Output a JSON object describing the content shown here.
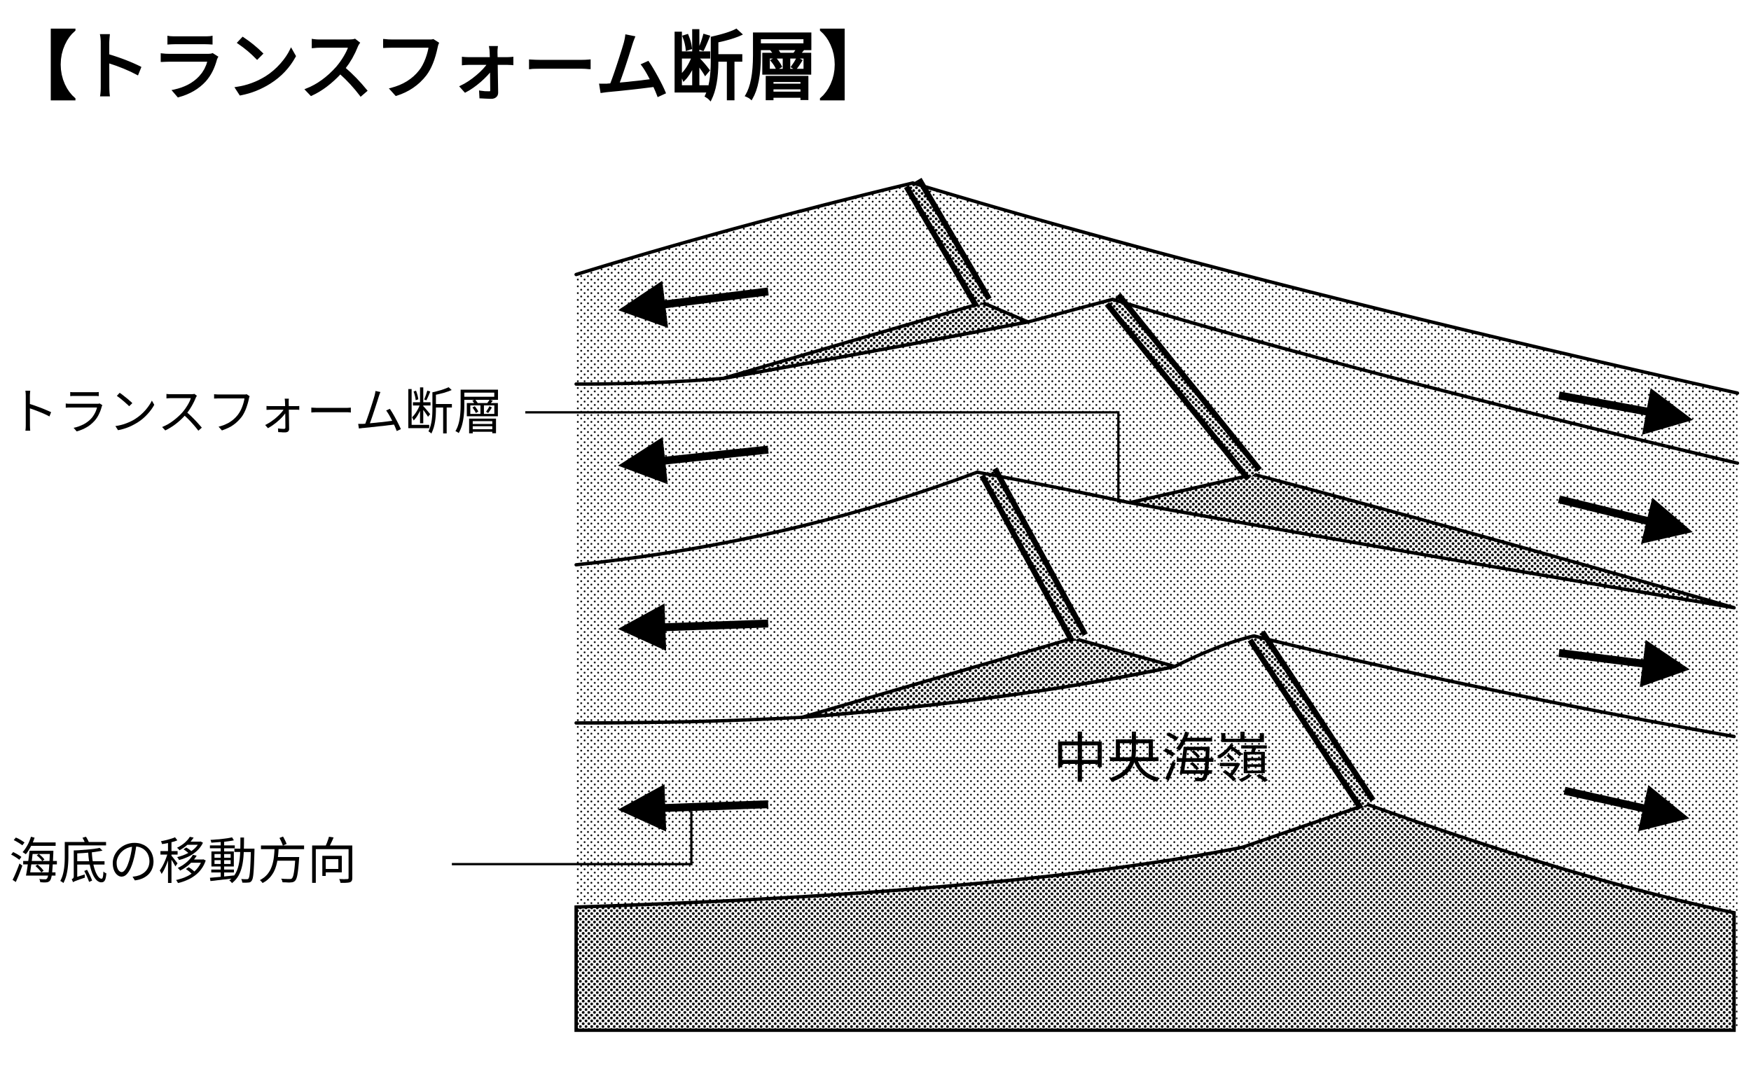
{
  "title": "【トランスフォーム断層】",
  "labels": {
    "transform_fault": "トランスフォーム断層",
    "seafloor_motion": "海底の移動方向",
    "mid_ocean_ridge": "中央海嶺"
  },
  "icons": {
    "left_arrows": [
      "arrow-left-icon",
      "arrow-left-icon",
      "arrow-left-icon",
      "arrow-left-icon"
    ],
    "right_arrows": [
      "arrow-right-icon",
      "arrow-right-icon",
      "arrow-right-icon",
      "arrow-right-icon"
    ]
  },
  "colors": {
    "ink": "#000000",
    "paper": "#ffffff"
  }
}
